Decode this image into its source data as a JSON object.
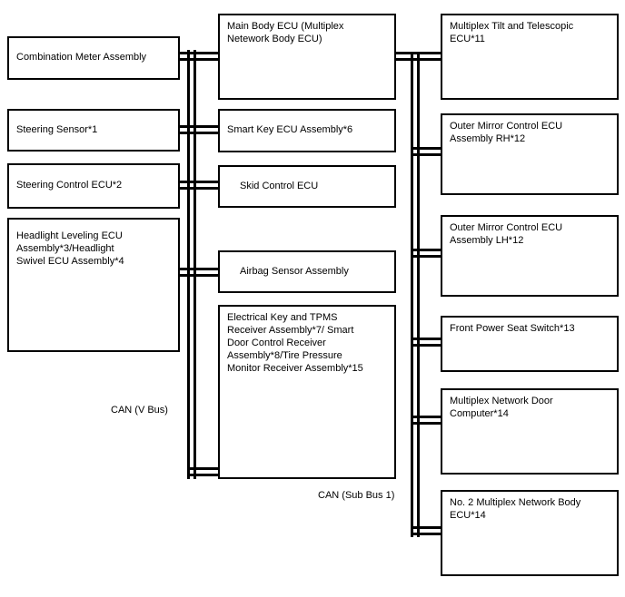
{
  "diagram": {
    "type": "can-bus-topology",
    "bus_labels": {
      "v_bus": "CAN (V Bus)",
      "sub_bus1": "CAN (Sub Bus 1)"
    },
    "nodes": {
      "left": [
        {
          "label": "Combination Meter Assembly"
        },
        {
          "label": "Steering Sensor*1"
        },
        {
          "label": "Steering Control ECU*2"
        },
        {
          "label": "Headlight Leveling ECU Assembly*3/Headlight Swivel ECU Assembly*4"
        }
      ],
      "middle": [
        {
          "label": "Main Body ECU (Multiplex Netework Body ECU)"
        },
        {
          "label": "Smart Key ECU Assembly*6"
        },
        {
          "label": "Skid Control ECU"
        },
        {
          "label": "Airbag Sensor Assembly"
        },
        {
          "label": "Electrical Key and TPMS Receiver Assembly*7/ Smart Door Control Receiver Assembly*8/Tire Pressure Monitor Receiver Assembly*15"
        }
      ],
      "right": [
        {
          "label": "Multiplex Tilt and Telescopic ECU*11"
        },
        {
          "label": "Outer Mirror Control ECU Assembly RH*12"
        },
        {
          "label": "Outer Mirror Control ECU Assembly LH*12"
        },
        {
          "label": "Front Power Seat Switch*13"
        },
        {
          "label": "Multiplex Network Door Computer*14"
        },
        {
          "label": "No. 2 Multiplex Network Body ECU*14"
        }
      ]
    },
    "colors": {
      "line": "#000000",
      "box_background": "#ffffff"
    }
  }
}
